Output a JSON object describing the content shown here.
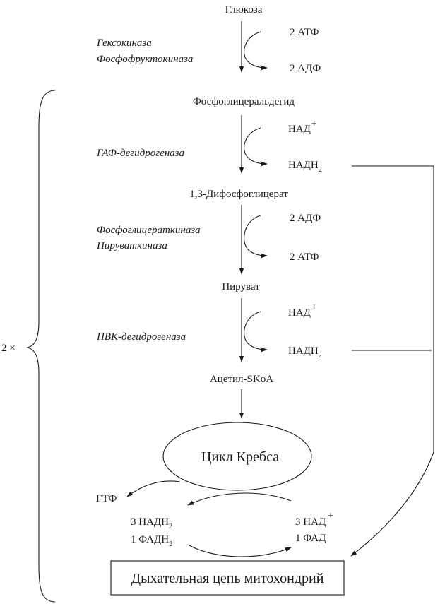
{
  "metabolites": {
    "glucose": "Глюкоза",
    "pga": "Фосфоглицеральдегид",
    "bpg": "1,3-Дифосфоглицерат",
    "pyruvate": "Пируват",
    "acetyl": "Ацетил-SKoA",
    "krebs": "Цикл Кребса",
    "resp_chain": "Дыхательная цепь митохондрий"
  },
  "enzymes": {
    "step1_a": "Гексокиназа",
    "step1_b": "Фосфофруктокиназа",
    "step2": "ГАФ-дегидрогеназа",
    "step3_a": "Фосфоглицераткиназа",
    "step3_b": "Пируваткиназа",
    "step4": "ПВК-дегидрогеназа"
  },
  "cofactors": {
    "step1_in": "2 АТФ",
    "step1_out": "2 АДФ",
    "step2_in": "НАД",
    "step2_in_sup": "+",
    "step2_out": "НАДН",
    "step2_out_sub": "2",
    "step3_in": "2 АДФ",
    "step3_out": "2 АТФ",
    "step4_in": "НАД",
    "step4_in_sup": "+",
    "step4_out": "НАДН",
    "step4_out_sub": "2"
  },
  "krebs_outputs": {
    "gtp": "ГТФ",
    "nadh": "3 НАДН",
    "nadh_sub": "2",
    "fadh": "1 ФАДН",
    "fadh_sub": "2",
    "nad": "3 НАД",
    "nad_sup": "+",
    "fad": "1 ФАД"
  },
  "multiplier": "2 ×"
}
